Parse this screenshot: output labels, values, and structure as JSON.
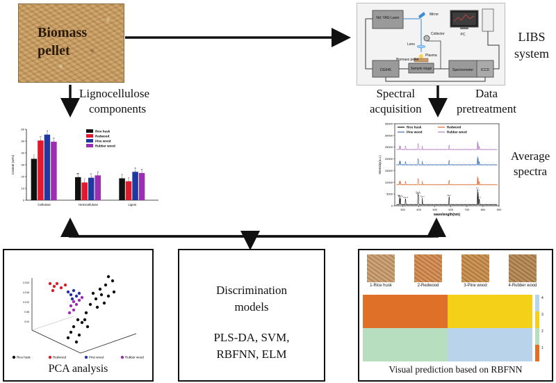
{
  "pellet": {
    "line1": "Biomass",
    "line2": "pellet"
  },
  "libs": {
    "line1": "LIBS",
    "line2": "system"
  },
  "libs_diagram": {
    "laser": "Nd: YAG Laser",
    "mirror": "Mirror",
    "pc": "PC",
    "collector": "Collector",
    "lens": "Lens",
    "plasma": "Plasma",
    "biomass_pellet": "Biomass pellet",
    "sample_stage": "Sample stage",
    "dg645": "DG645",
    "spectrometer": "Spectrometer",
    "iccd": "ICCD"
  },
  "left_arrow_label": {
    "line1": "Lignocellulose",
    "line2": "components"
  },
  "spectral_label": {
    "line1": "Spectral",
    "line2": "acquisition"
  },
  "data_label": {
    "line1": "Data",
    "line2": "pretreatment"
  },
  "average_label": {
    "line1": "Average",
    "line2": "spectra"
  },
  "bar_chart": {
    "ylabel": "Content (wt%)",
    "categories": [
      "Cellulose",
      "Hemicellulose",
      "Lignin"
    ],
    "series": [
      {
        "name": "Rice husk",
        "color": "#111111",
        "values": [
          35,
          19.5,
          18.5
        ]
      },
      {
        "name": "Redwood",
        "color": "#e01a2e",
        "values": [
          50.5,
          15,
          16
        ]
      },
      {
        "name": "Pine wood",
        "color": "#1f3a9e",
        "values": [
          55.5,
          19,
          24
        ]
      },
      {
        "name": "Rubber wood",
        "color": "#9b2fb0",
        "values": [
          49.5,
          21,
          23
        ]
      }
    ],
    "ylim": [
      0,
      60
    ],
    "yticks": [
      "0",
      "10",
      "20",
      "30",
      "40",
      "50",
      "60"
    ],
    "sig": [
      "c",
      "b",
      "a",
      "b",
      "ab",
      "c",
      "b",
      "a",
      "b",
      "c",
      "a",
      "a"
    ]
  },
  "spectra_chart": {
    "xlabel": "wavelength(nm)",
    "ylabel": "Intensity(a.u.)",
    "xticks": [
      "300",
      "400",
      "500",
      "600",
      "700",
      "800",
      "900"
    ],
    "yticks": [
      "0",
      "5000",
      "10000",
      "15000",
      "20000",
      "25000",
      "30000",
      "35000"
    ],
    "legend": [
      "Rice husk",
      "Redwood",
      "Pine wood",
      "Rubber wood"
    ],
    "colors": [
      "#111111",
      "#e0642a",
      "#3a6fb5",
      "#b57ac4"
    ],
    "offsets": [
      0,
      8500,
      17000,
      23500
    ],
    "peaks": [
      "Mg I",
      "Mg II",
      "Ca II",
      "Ca II",
      "Ca I",
      "Ca I",
      "Na I",
      "K I",
      "K I",
      "O I"
    ]
  },
  "pca_box": {
    "title": "PCA analysis",
    "legend": [
      "Rice husk",
      "Redwood",
      "Pine wood",
      "Rubber wood"
    ],
    "colors": [
      "#111111",
      "#d0202a",
      "#2433a8",
      "#9b2fb0"
    ]
  },
  "models_box": {
    "line1": "Discrimination",
    "line2": "models",
    "line3": "PLS-DA, SVM,",
    "line4": "RBFNN, ELM"
  },
  "visual_box": {
    "title": "Visual prediction based on RBFNN",
    "samples": [
      "1-Rice husk",
      "2-Redwood",
      "3-Pine wood",
      "4-Rubber wood"
    ],
    "swatch_colors": [
      "#c79a6a",
      "#d1874a",
      "#c68a45",
      "#b3834e"
    ],
    "map_colors": {
      "top_left": "#df7028",
      "top_right": "#f5d019",
      "bottom_left": "#b7dfbf",
      "bottom_right": "#b9d3ea"
    },
    "scale_colors": [
      "#b7d5ee",
      "#f5d019",
      "#b7dfbf",
      "#df7028"
    ],
    "scale_ticks": [
      "4",
      "3",
      "2",
      "1"
    ]
  }
}
